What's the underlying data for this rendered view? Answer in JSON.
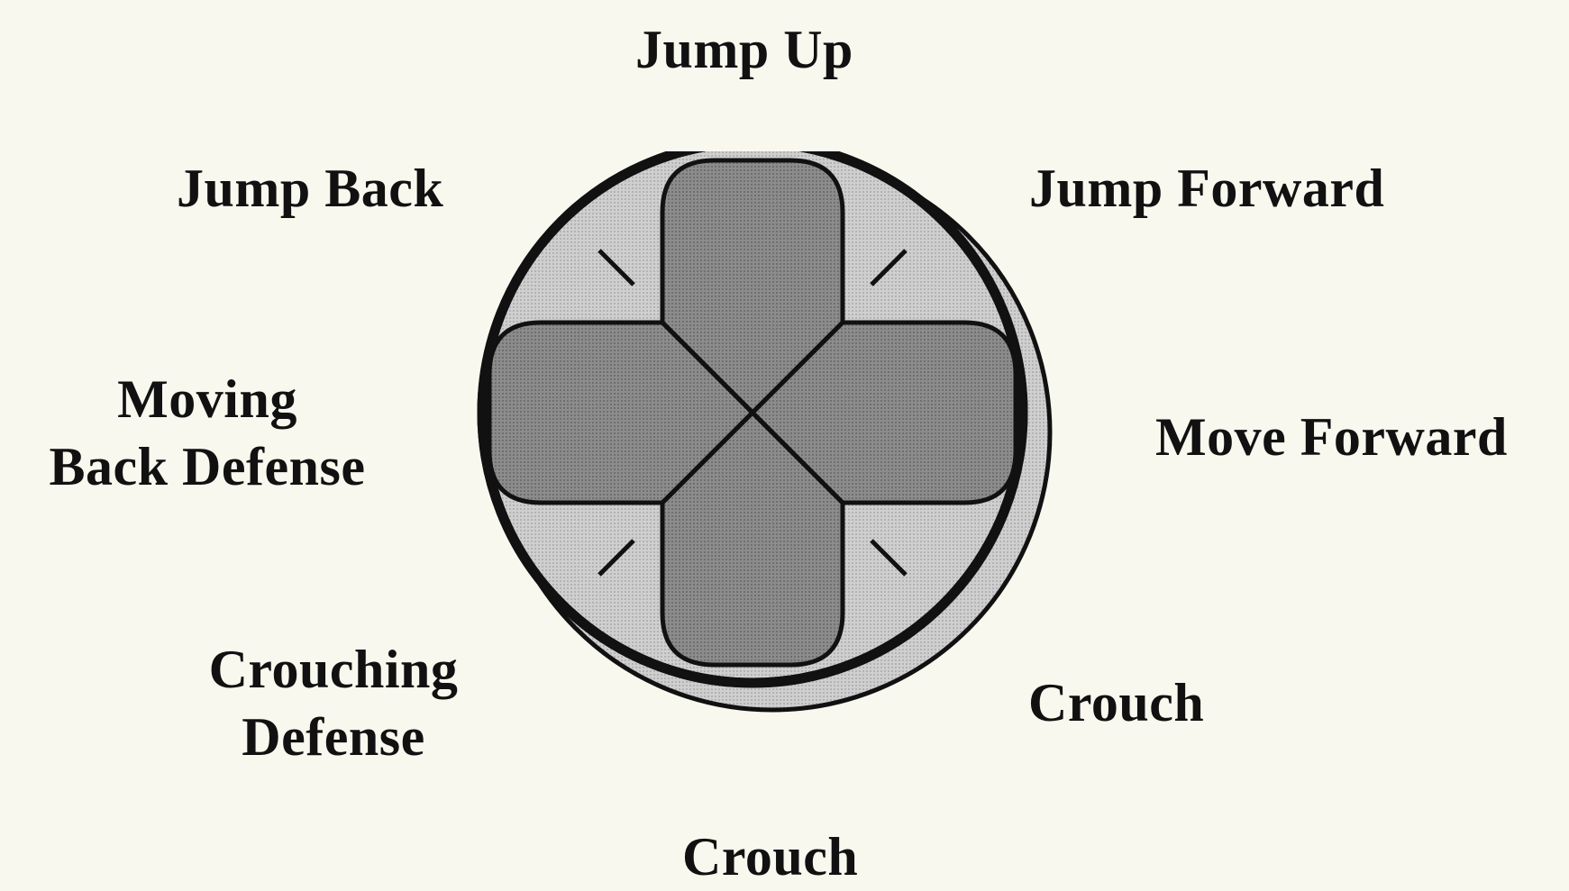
{
  "diagram": {
    "labels": {
      "up": "Jump Up",
      "up_back": "Jump Back",
      "up_forward": "Jump Forward",
      "back_line1": "Moving",
      "back_line2": "Back Defense",
      "forward": "Move Forward",
      "down_back_line1": "Crouching",
      "down_back_line2": "Defense",
      "down_forward": "Crouch",
      "down": "Crouch"
    },
    "colors": {
      "background": "#f9f8ef",
      "pad_dark": "#8a8a8a",
      "pad_light": "#c8c8c8",
      "outline": "#111111"
    },
    "icons": {
      "dpad": "directional-pad-icon"
    }
  }
}
